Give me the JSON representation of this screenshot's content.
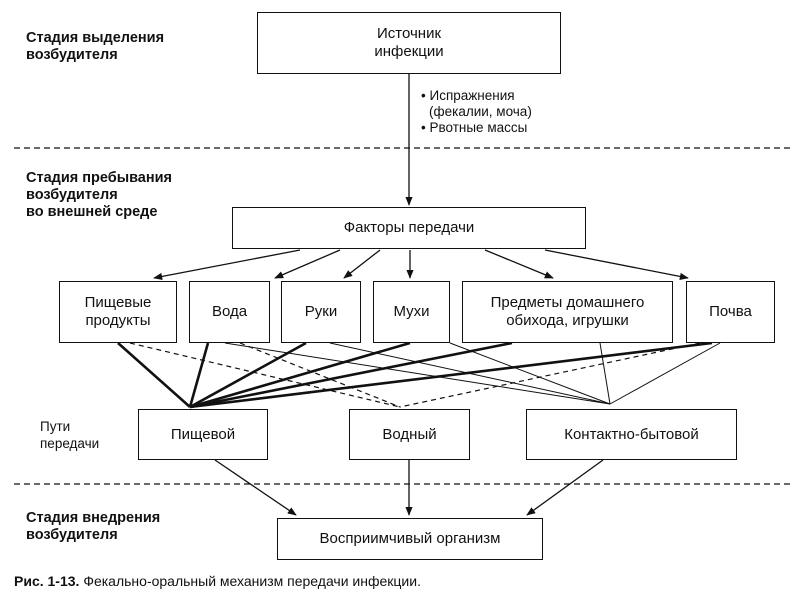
{
  "stages": {
    "isolation": "Стадия выделения\nвозбудителя",
    "environment": "Стадия пребывания\nвозбудителя\nво внешней  среде",
    "introduction": "Стадия внедрения\nвозбудителя"
  },
  "source": "Источник\nинфекции",
  "excretions": [
    "Испражнения",
    "(фекалии, моча)",
    "Рвотные массы"
  ],
  "factors_title": "Факторы передачи",
  "factors": [
    "Пищевые\nпродукты",
    "Вода",
    "Руки",
    "Мухи",
    "Предметы  домашнего\nобихода, игрушки",
    "Почва"
  ],
  "routes_label": "Пути\nпередачи",
  "routes": [
    "Пищевой",
    "Водный",
    "Контактно-бытовой"
  ],
  "target": "Восприимчивый организм",
  "caption": {
    "number": "Рис. 1-13.",
    "text": "Фекально-оральный механизм передачи инфекции."
  }
}
